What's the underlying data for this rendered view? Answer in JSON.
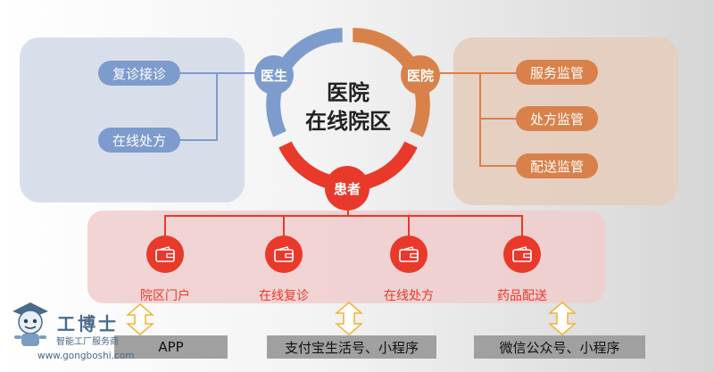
{
  "colors": {
    "blue": "#7d9bcd",
    "orange": "#d9814a",
    "red": "#e8392a",
    "gray_box": "#9f9f9f"
  },
  "center": {
    "line1": "医院",
    "line2": "在线院区"
  },
  "roles": {
    "doctor": "医生",
    "hospital": "医院",
    "patient": "患者"
  },
  "doctor_items": [
    "复诊接诊",
    "在线处方"
  ],
  "hospital_items": [
    "服务监管",
    "处方监管",
    "配送监管"
  ],
  "services": [
    {
      "label": "院区门户",
      "icon": "wallet-icon"
    },
    {
      "label": "在线复诊",
      "icon": "wallet-icon"
    },
    {
      "label": "在线处方",
      "icon": "wallet-icon"
    },
    {
      "label": "药品配送",
      "icon": "wallet-icon"
    }
  ],
  "channels": [
    "APP",
    "支付宝生活号、小程序",
    "微信公众号、小程序"
  ],
  "watermark": {
    "brand": "工博士",
    "tagline": "智能工厂服务商",
    "url": "www.gongboshi.com"
  }
}
